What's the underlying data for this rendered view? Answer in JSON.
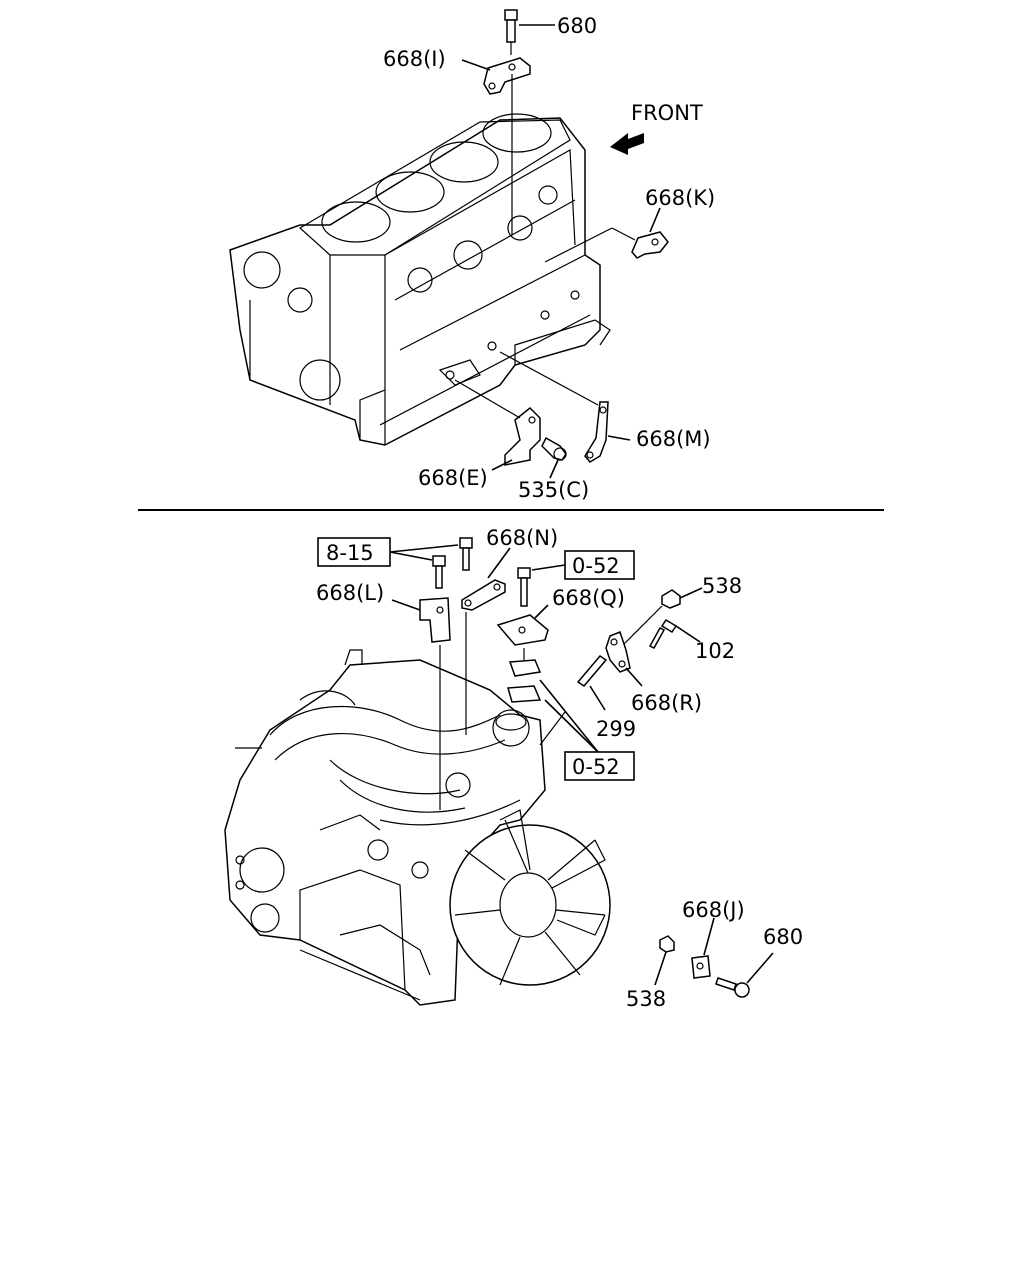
{
  "top_section": {
    "direction_label": "FRONT",
    "callouts": {
      "bolt_680": "680",
      "bracket_668_i": "668(I)",
      "bracket_668_k": "668(K)",
      "bracket_668_m": "668(M)",
      "bracket_668_e": "668(E)",
      "bolt_535_c": "535(C)"
    }
  },
  "bottom_section": {
    "callouts": {
      "ref_8_15": "8-15",
      "bracket_668_n": "668(N)",
      "bracket_668_l": "668(L)",
      "ref_0_52_upper": "0-52",
      "bracket_668_q": "668(Q)",
      "nut_538_upper": "538",
      "bolt_102": "102",
      "bracket_668_r": "668(R)",
      "stud_299": "299",
      "ref_0_52_lower": "0-52",
      "bracket_668_j": "668(J)",
      "bolt_680": "680",
      "nut_538_lower": "538"
    }
  }
}
